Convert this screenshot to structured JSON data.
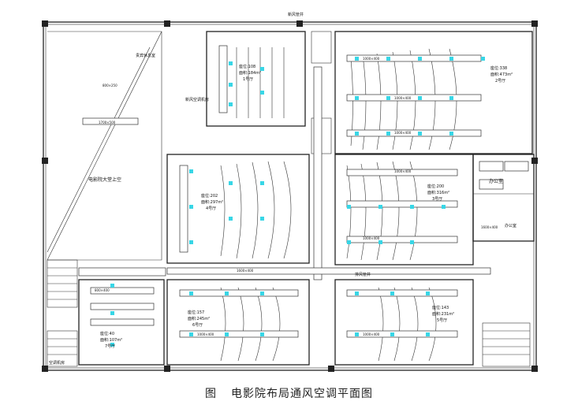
{
  "title": "电影院布局通风空调平面图",
  "figure_no": "图",
  "colors": {
    "vent": "#38d6e6",
    "line": "#222222",
    "background": "#ffffff"
  },
  "rooms": {
    "hall1": {
      "seats": "座位:108",
      "area": "面积:184m²",
      "name": "1号厅"
    },
    "hall2": {
      "seats": "座位:338",
      "area": "面积:473m²",
      "name": "2号厅"
    },
    "hall3": {
      "seats": "座位:200",
      "area": "面积:316m²",
      "name": "3号厅"
    },
    "hall4": {
      "seats": "座位:202",
      "area": "面积:297m²",
      "name": "4号厅"
    },
    "hall5": {
      "seats": "座位:143",
      "area": "面积:231m²",
      "name": "5号厅"
    },
    "hall6": {
      "seats": "座位:157",
      "area": "面积:245m²",
      "name": "6号厅"
    },
    "hall7": {
      "seats": "座位:40",
      "area": "面积:107m²",
      "name": "7号厅"
    }
  },
  "labels": {
    "atrium": "电影院大堂上空",
    "office": "办公室",
    "office2": "办公室",
    "vip": "贵宾休息室",
    "aircon": "新风空调机房",
    "exhaust": "排风管井",
    "fresh": "新风管井",
    "ac_room": "空调机房"
  },
  "ducts": {
    "d1": "1700×500",
    "d2": "1000×400",
    "d3": "800×250",
    "d4": "1000×400",
    "d5": "1600×400",
    "d6": "1000×400",
    "d7": "800×400",
    "d8": "1600×400",
    "d9": "1000×400",
    "d10": "1000×400",
    "d11": "1000×400",
    "d12": "1000×400"
  }
}
